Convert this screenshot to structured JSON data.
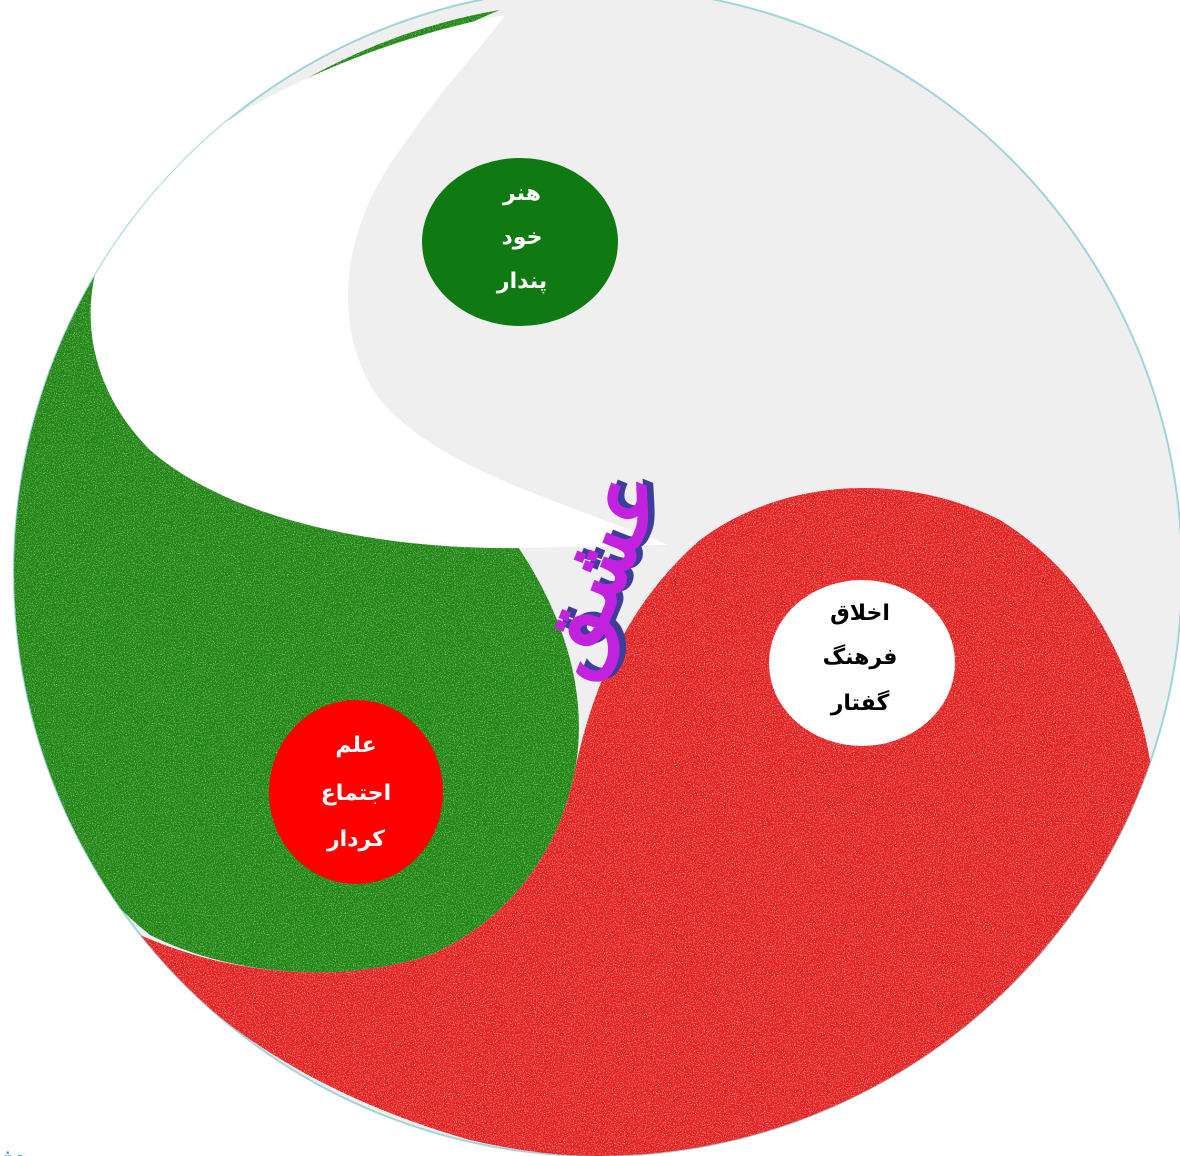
{
  "colors": {
    "green": "#1f8a0a",
    "red": "#e52222",
    "paper": "#efefef",
    "white": "#ffffff",
    "node_green": "#0f7a12",
    "node_red": "#ff0000",
    "love_fill": "#c222dd",
    "love_shadow": "#3d3d9c",
    "corner_teal": "#1aa3a3"
  },
  "nodes": {
    "green_node": {
      "line1": "هنر",
      "line2": "خود",
      "line3": "پندار"
    },
    "white_node": {
      "line1": "اخلاق",
      "line2": "فرهنگ",
      "line3": "گفتار"
    },
    "red_node": {
      "line1": "علم",
      "line2": "اجتماع",
      "line3": "کردار"
    }
  },
  "center_word": "عشق",
  "corner_text": "هژ"
}
